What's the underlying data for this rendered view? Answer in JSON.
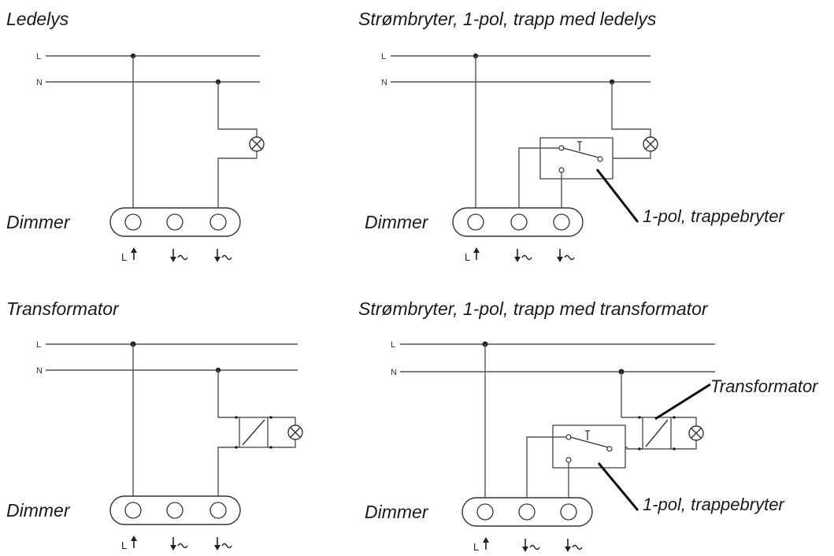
{
  "panels": {
    "top_left": {
      "title": "Ledelys",
      "device": "Dimmer",
      "terminals": [
        "L",
        "",
        ""
      ]
    },
    "top_right": {
      "title": "Strømbryter, 1-pol, trapp med ledelys",
      "device": "Dimmer",
      "switch_label": "1-pol, trappebryter",
      "terminals": [
        "L",
        "",
        ""
      ]
    },
    "bottom_left": {
      "title": "Transformator",
      "device": "Dimmer",
      "terminals": [
        "L",
        "",
        ""
      ]
    },
    "bottom_right": {
      "title": "Strømbryter, 1-pol, trapp med transformator",
      "device": "Dimmer",
      "switch_label": "1-pol, trappebryter",
      "transformer_label": "Transformator",
      "terminals": [
        "L",
        "",
        ""
      ]
    }
  },
  "rails": {
    "line": "L",
    "neutral": "N"
  },
  "icons": {
    "lamp": "lamp-icon",
    "transformer": "transformer-icon",
    "dimmer_output": "dimmer-output-icon",
    "switch": "switch-icon"
  }
}
